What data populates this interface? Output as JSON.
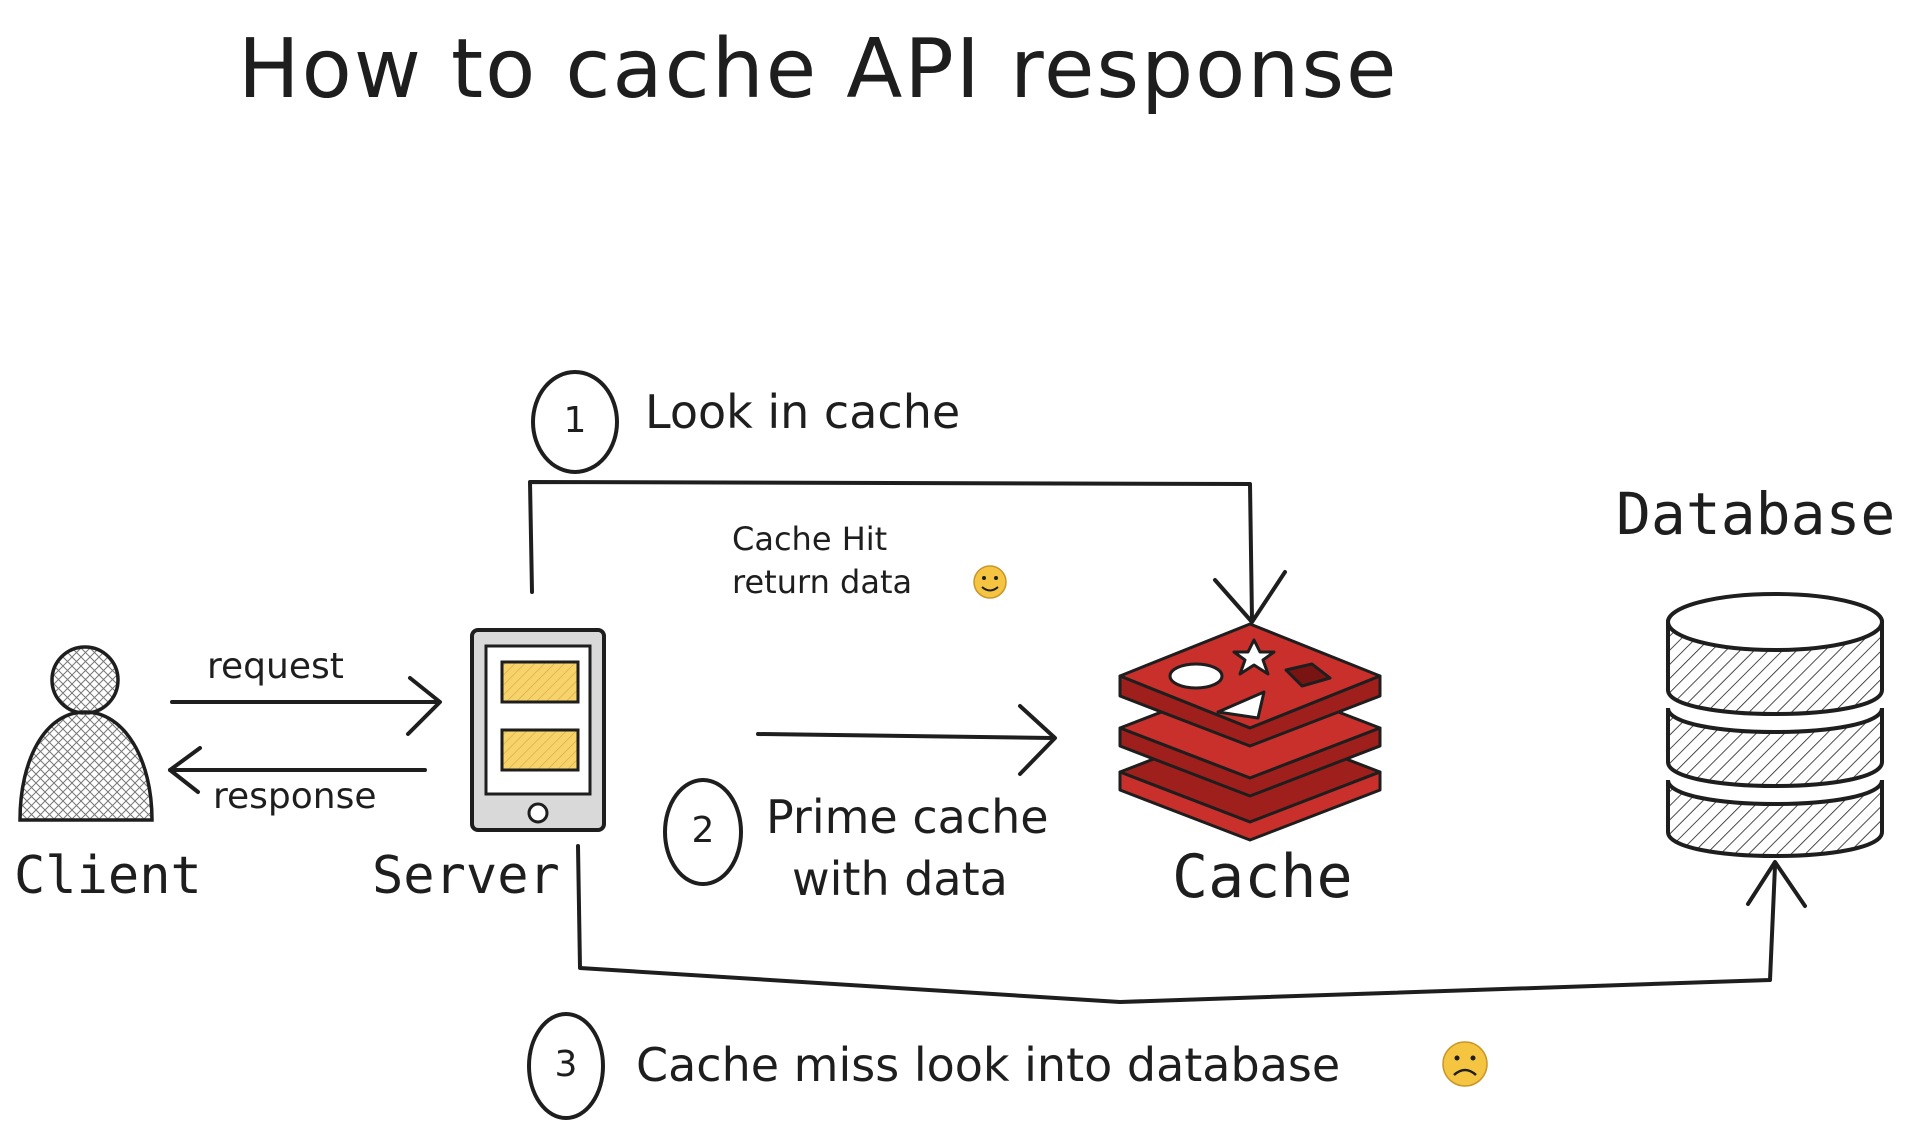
{
  "title": "How to cache API response",
  "nodes": {
    "client": "Client",
    "server": "Server",
    "cache": "Cache",
    "database": "Database"
  },
  "edges": {
    "request": "request",
    "response": "response"
  },
  "steps": [
    {
      "number": "1",
      "label": "Look in cache"
    },
    {
      "number": "2",
      "label_line1": "Prime cache",
      "label_line2": "with data"
    },
    {
      "number": "3",
      "label": "Cache miss look into database",
      "emoji": "☹"
    }
  ],
  "cache_hit": {
    "line1": "Cache Hit",
    "line2": "return data",
    "emoji": "🙂"
  },
  "colors": {
    "stroke": "#1e1e1e",
    "cache_red": "#c9302c",
    "cache_dark": "#9e1f1b",
    "screen_yellow": "#f7d36b",
    "device_gray": "#d9d9d9",
    "emoji_yellow": "#f5c542"
  },
  "icons": [
    "client-person-icon",
    "server-phone-icon",
    "cache-redis-icon",
    "database-cylinder-icon"
  ]
}
